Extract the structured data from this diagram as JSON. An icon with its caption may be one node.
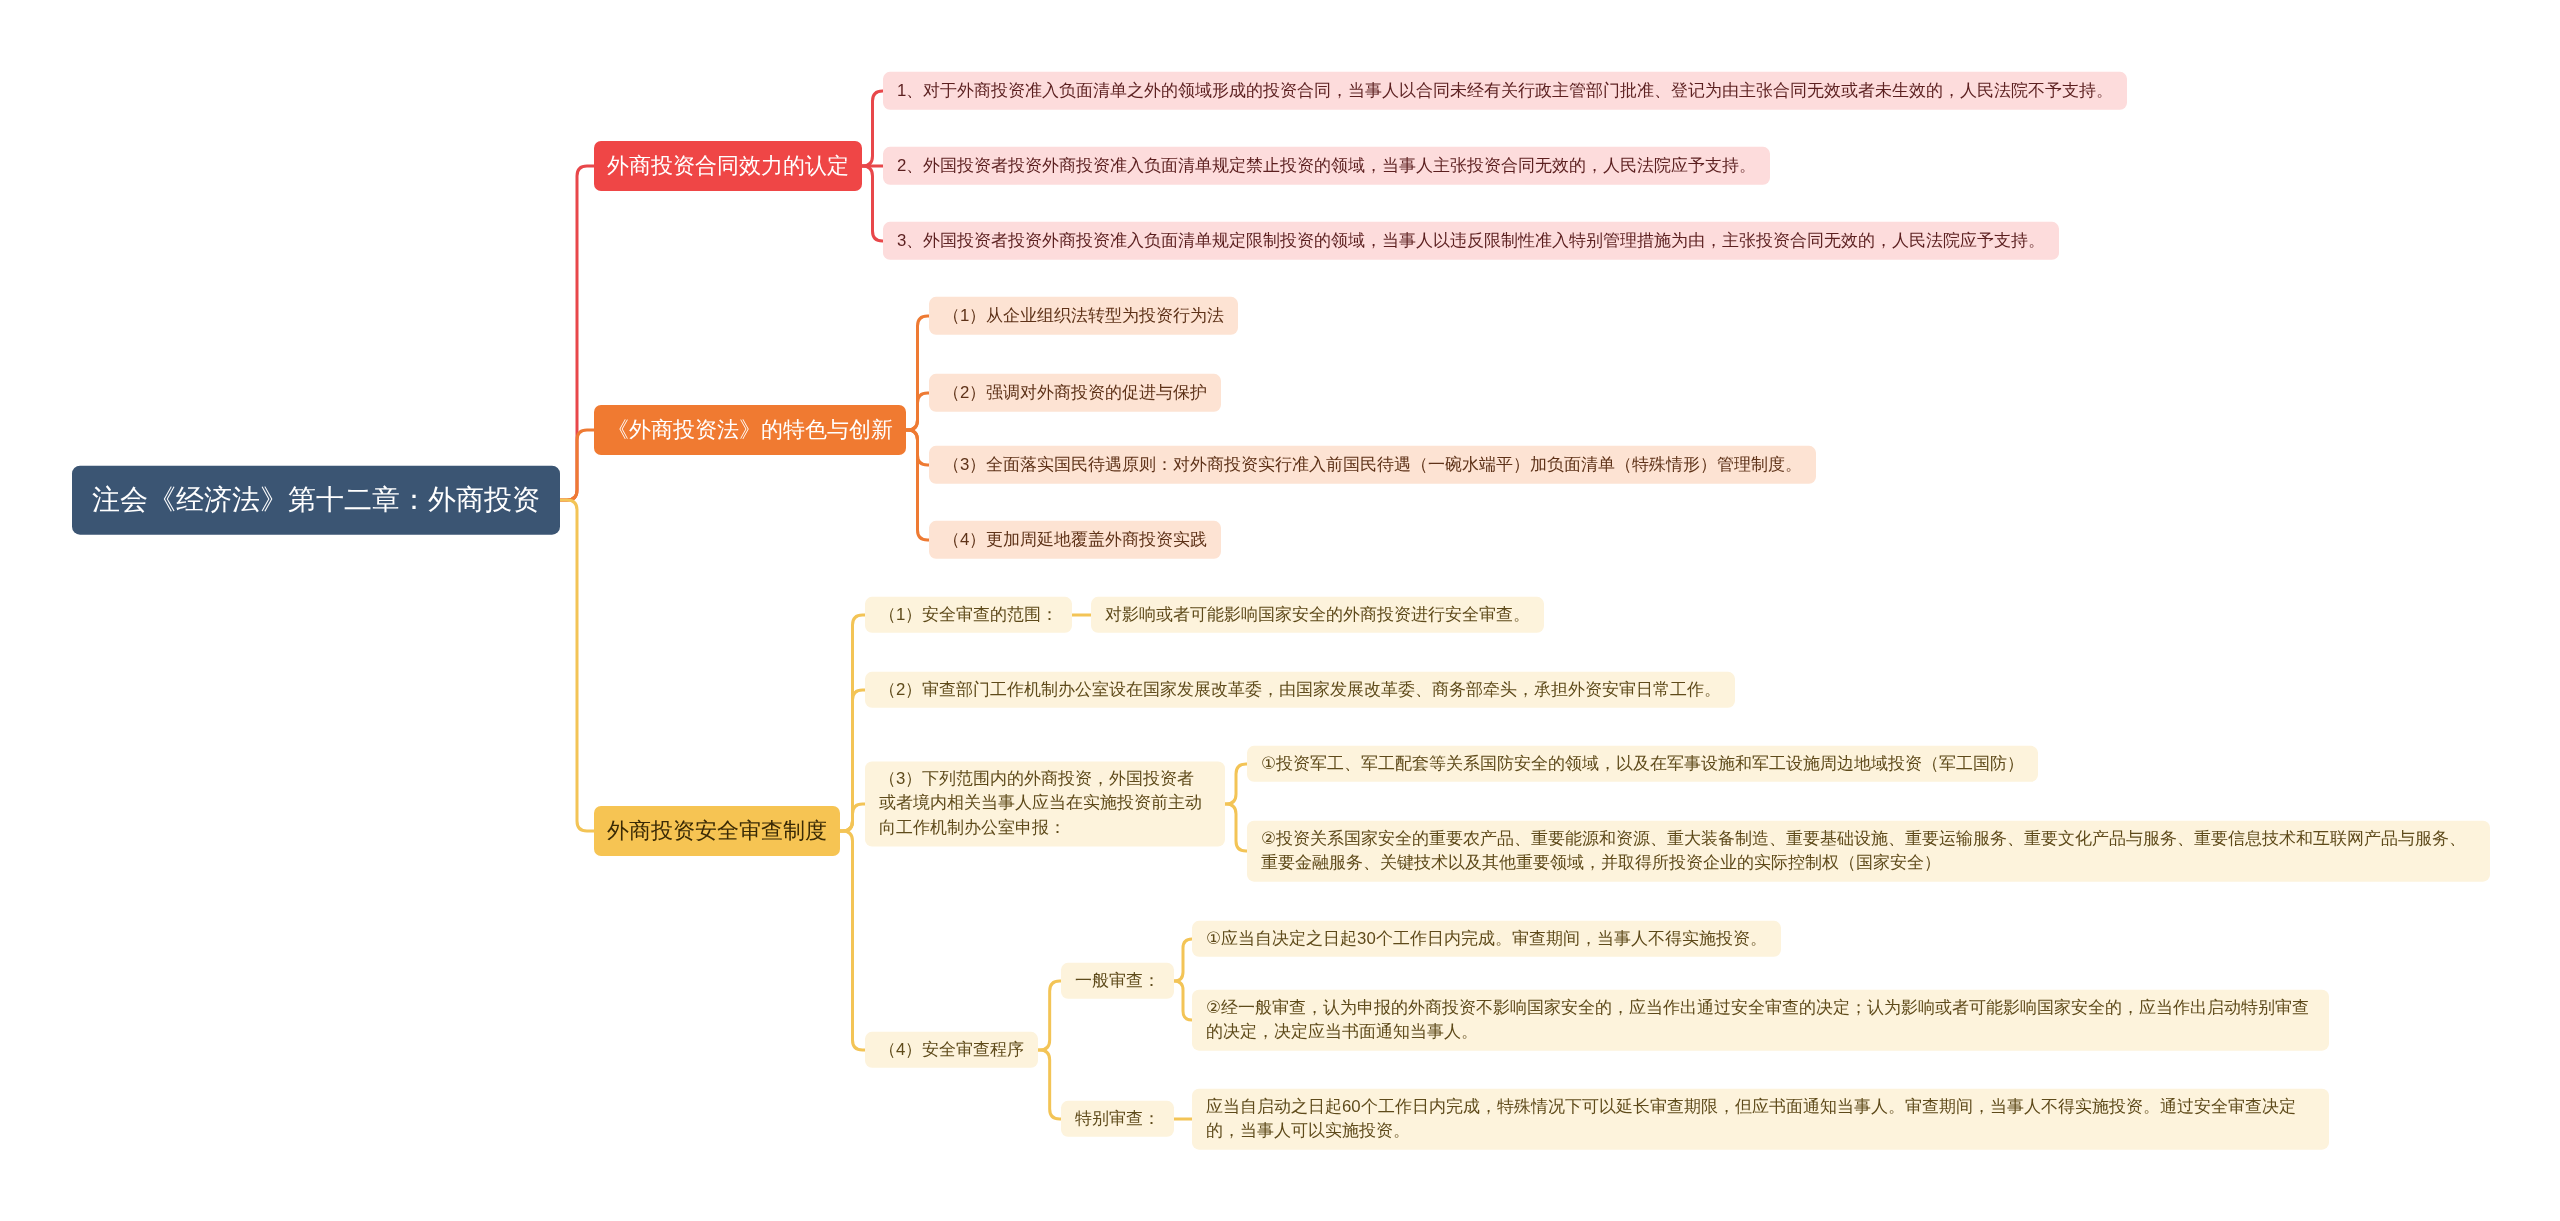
{
  "diagram": {
    "nodes": [
      {
        "text": [
          "注会《经济法》第十二章：外商投资"
        ]
      },
      {
        "text": [
          "外商投资合同效力的认定"
        ]
      },
      {
        "text": [
          "1、对于外商投资准入负面清单之外的领域形成的投资合同，当事人以合同未经有关行政主管部门批准、登记为由主张合同无效或者未生效的，人民法院不予支持。"
        ]
      },
      {
        "text": [
          "2、外国投资者投资外商投资准入负面清单规定禁止投资的领域，当事人主张投资合同无效的，人民法院应予支持。"
        ]
      },
      {
        "text": [
          "3、外国投资者投资外商投资准入负面清单规定限制投资的领域，当事人以违反限制性准入特别管理措施为由，主张投资合同无效的，人民法院应予支持。"
        ]
      },
      {
        "text": [
          "《外商投资法》的特色与创新"
        ]
      },
      {
        "text": [
          "（1）从企业组织法转型为投资行为法"
        ]
      },
      {
        "text": [
          "（2）强调对外商投资的促进与保护"
        ]
      },
      {
        "text": [
          "（3）全面落实国民待遇原则：对外商投资实行准入前国民待遇（一碗水端平）加负面清单（特殊情形）管理制度。"
        ]
      },
      {
        "text": [
          "（4）更加周延地覆盖外商投资实践"
        ]
      },
      {
        "text": [
          "外商投资安全审查制度"
        ]
      },
      {
        "text": [
          "（1）安全审查的范围："
        ]
      },
      {
        "text": [
          "对影响或者可能影响国家安全的外商投资进行安全审查。"
        ]
      },
      {
        "text": [
          "（2）审查部门工作机制办公室设在国家发展改革委，由国家发展改革委、商务部牵头，承担外资安审日常工作。"
        ]
      },
      {
        "text": [
          "（3）下列范围内的外商投资，外国投资者或者境内相关当事人应当在实施投资前主动向工作机制办公室申报："
        ]
      },
      {
        "text": [
          "①投资军工、军工配套等关系国防安全的领域，以及在军事设施和军工设施周边地域投资（军工国防）"
        ]
      },
      {
        "text": [
          "②投资关系国家安全的重要农产品、重要能源和资源、重大装备制造、重要基础设施、重要运输服务、重要文化产品与服务、重要信息技术和互联网产品与服务、重要金融服务、关键技术以及其他重要领域，并取得所投资企业的实际控制权（国家安全）"
        ]
      },
      {
        "text": [
          "（4）安全审查程序"
        ]
      },
      {
        "text": [
          "一般审查："
        ]
      },
      {
        "text": [
          "①应当自决定之日起30个工作日内完成。审查期间，当事人不得实施投资。"
        ]
      },
      {
        "text": [
          "②经一般审查，认为申报的外商投资不影响国家安全的，应当作出通过安全审查的决定；认为影响或者可能影响国家安全的，应当作出启动特别审查的决定，决定应当书面通知当事人。"
        ]
      },
      {
        "text": [
          "特别审查："
        ]
      },
      {
        "text": [
          "应当自启动之日起60个工作日内完成，特殊情况下可以延长审查期限，但应书面通知当事人。审查期间，当事人不得实施投资。通过安全审查决定的，当事人可以实施投资。"
        ]
      }
    ],
    "edges": [
      {
        "from": 0,
        "to": 1,
        "arrow": "none",
        "color": "#e8474a"
      },
      {
        "from": 1,
        "to": 2,
        "arrow": "none",
        "color": "#e8474a"
      },
      {
        "from": 1,
        "to": 3,
        "arrow": "none",
        "color": "#e8474a"
      },
      {
        "from": 1,
        "to": 4,
        "arrow": "none",
        "color": "#e8474a"
      },
      {
        "from": 0,
        "to": 5,
        "arrow": "none",
        "color": "#ee7a33"
      },
      {
        "from": 5,
        "to": 6,
        "arrow": "none",
        "color": "#ee7a33"
      },
      {
        "from": 5,
        "to": 7,
        "arrow": "none",
        "color": "#ee7a33"
      },
      {
        "from": 5,
        "to": 8,
        "arrow": "none",
        "color": "#ee7a33"
      },
      {
        "from": 5,
        "to": 9,
        "arrow": "none",
        "color": "#ee7a33"
      },
      {
        "from": 0,
        "to": 10,
        "arrow": "none"
      },
      {
        "from": 10,
        "to": 11,
        "arrow": "none"
      },
      {
        "from": 11,
        "to": 12,
        "arrow": "none"
      },
      {
        "from": 10,
        "to": 13,
        "arrow": "none"
      },
      {
        "from": 10,
        "to": 14,
        "arrow": "none"
      },
      {
        "from": 14,
        "to": 15,
        "arrow": "none"
      },
      {
        "from": 14,
        "to": 16,
        "arrow": "none"
      },
      {
        "from": 10,
        "to": 17,
        "arrow": "none"
      },
      {
        "from": 17,
        "to": 18,
        "arrow": "none"
      },
      {
        "from": 18,
        "to": 19,
        "arrow": "none"
      },
      {
        "from": 18,
        "to": 20,
        "arrow": "none"
      },
      {
        "from": 17,
        "to": 21,
        "arrow": "none"
      },
      {
        "from": 21,
        "to": 22,
        "arrow": "none"
      }
    ]
  }
}
